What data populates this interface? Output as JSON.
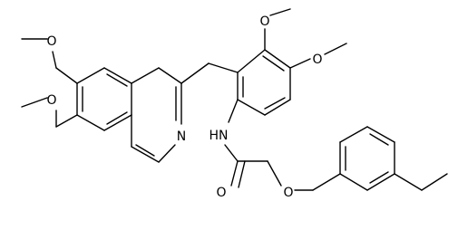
{
  "atoms": {
    "o_top_left": "O",
    "o_left": "O",
    "n_ring": "N",
    "nh": "HN",
    "o_top": "O",
    "o_right": "O",
    "o_carbonyl": "O",
    "o_ether": "O"
  }
}
